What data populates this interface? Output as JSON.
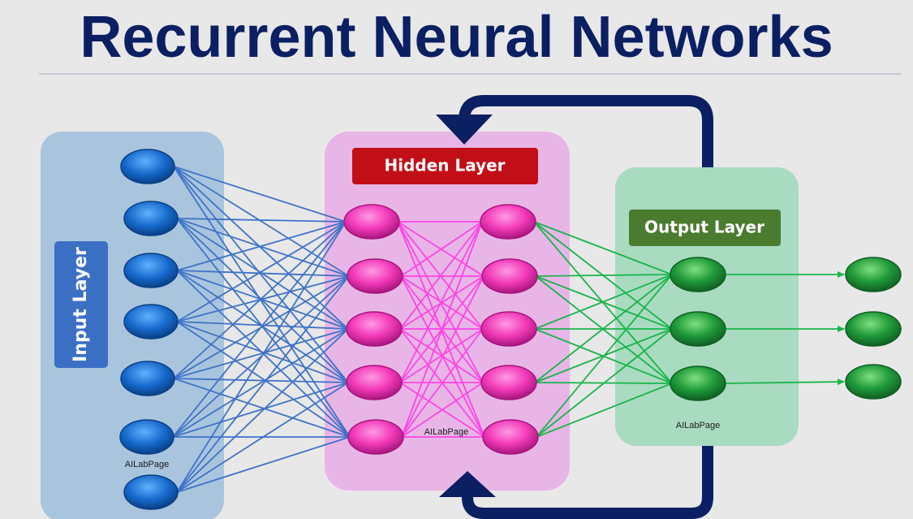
{
  "title": "Recurrent Neural Networks",
  "layers": {
    "input": {
      "label": "Input Layer",
      "node_count": 7
    },
    "hidden": {
      "label": "Hidden Layer",
      "columns": 2,
      "nodes_per_column": 5
    },
    "output": {
      "label": "Output Layer",
      "node_count": 3
    },
    "outputs": {
      "node_count": 3
    }
  },
  "watermarks": [
    "AILabPage",
    "AILabPage",
    "AILabPage"
  ],
  "colors": {
    "title": "#0b1f63",
    "input_panel": "#a9c5dd",
    "hidden_panel": "#e8b6e6",
    "output_panel": "#a9dbc0",
    "input_node": "#1467c9",
    "hidden_node": "#f23ab9",
    "output_node": "#1f9a3a",
    "input_edge": "#3f73c8",
    "hidden_edge": "#ff44e6",
    "output_edge": "#19b54a",
    "recurrent_arrow": "#0b1f63",
    "input_label_box": "#3a6fc4",
    "hidden_label_box": "#c20f17",
    "output_label_box": "#4b7b2f"
  }
}
